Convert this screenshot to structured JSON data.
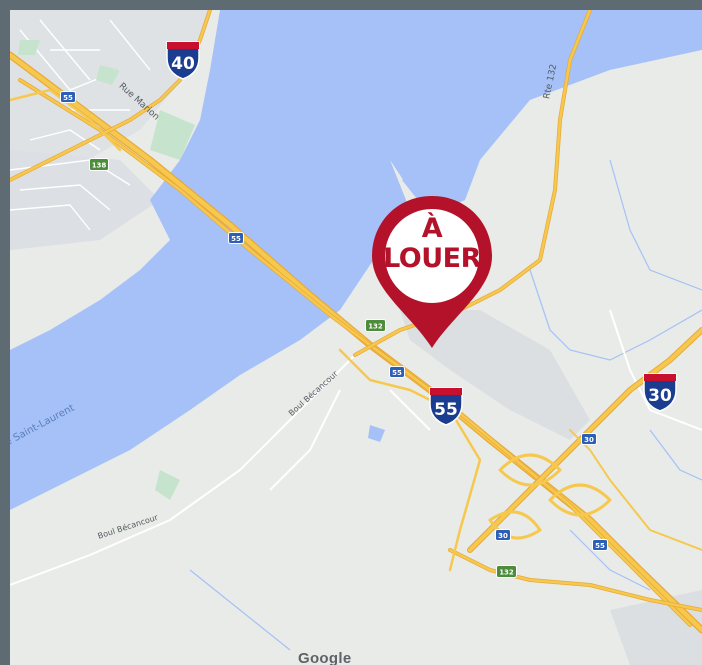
{
  "map": {
    "street_labels": {
      "rue_marion": "Rue Marion",
      "rte_132": "Rte 132",
      "boul_becancour_1": "Boul Bécancour",
      "boul_becancour_2": "Boul Bécancour",
      "river": "e Saint-Laurent"
    },
    "route_badges": {
      "b55_top": "55",
      "b138": "138",
      "b55_mid": "55",
      "b132_bridge": "132",
      "b55_low": "55",
      "b30_right": "30",
      "b30_low": "30",
      "b55_right": "55",
      "b132_low": "132"
    },
    "interstate_shields": {
      "i40": "40",
      "i55": "55",
      "i30": "30"
    },
    "pin": {
      "line1": "À",
      "line2": "LOUER",
      "color": "#b3122a"
    },
    "attribution": "Google",
    "colors": {
      "water": "#a5c1f7",
      "land": "#e8ebe7",
      "highway": "#f6c84e",
      "urban": "#dcdfe2",
      "park": "#c6e4cd"
    }
  }
}
